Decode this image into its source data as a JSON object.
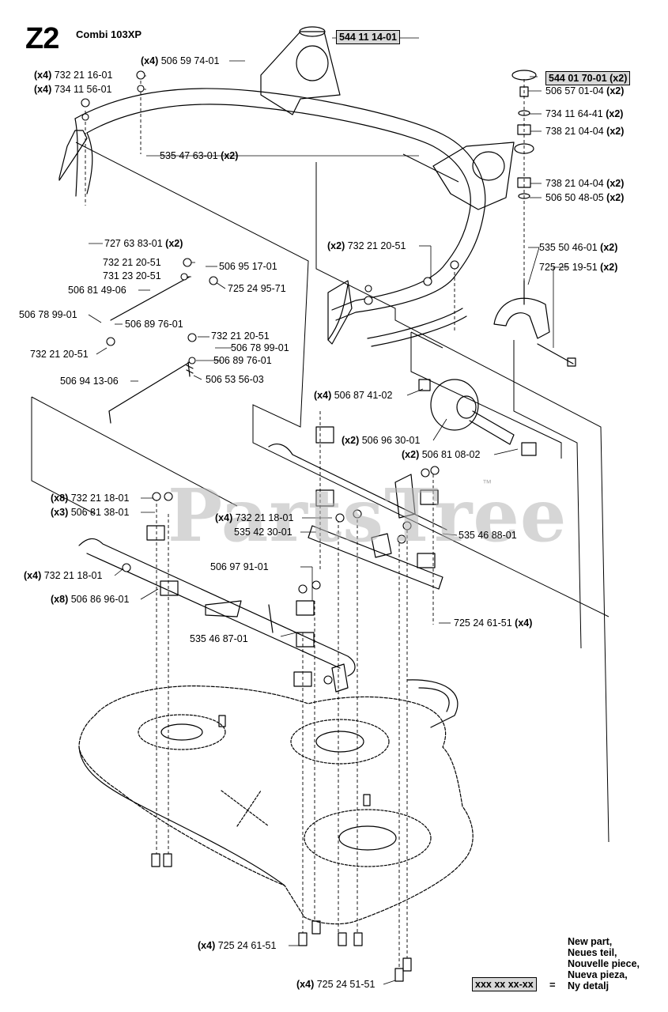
{
  "header": {
    "page_code": "Z2",
    "model": "Combi 103XP"
  },
  "watermark": {
    "text": "PartsTree",
    "tm": "™"
  },
  "callouts": [
    {
      "id": "c01",
      "qty": "",
      "part": "544 11 14-01",
      "highlight": true
    },
    {
      "id": "c02",
      "qty": "(x4)",
      "part": "506 59 74-01",
      "highlight": false
    },
    {
      "id": "c03",
      "qty": "(x4)",
      "part": "732 21 16-01",
      "highlight": false
    },
    {
      "id": "c04",
      "qty": "(x4)",
      "part": "734 11 56-01",
      "highlight": false
    },
    {
      "id": "c05",
      "qty": "",
      "part": "544 01 70-01 (x2)",
      "highlight": true
    },
    {
      "id": "c06",
      "qty": "",
      "part": "506 57 01-04",
      "suffix": "(x2)",
      "highlight": false
    },
    {
      "id": "c07",
      "qty": "",
      "part": "734 11 64-41",
      "suffix": "(x2)",
      "highlight": false
    },
    {
      "id": "c08",
      "qty": "",
      "part": "738 21 04-04",
      "suffix": "(x2)",
      "highlight": false
    },
    {
      "id": "c09",
      "qty": "",
      "part": "535 47 63-01",
      "suffix": "(x2)",
      "highlight": false
    },
    {
      "id": "c10",
      "qty": "",
      "part": "738 21 04-04",
      "suffix": "(x2)",
      "highlight": false
    },
    {
      "id": "c11",
      "qty": "",
      "part": "506 50 48-05",
      "suffix": "(x2)",
      "highlight": false
    },
    {
      "id": "c12",
      "qty": "",
      "part": "727 63 83-01",
      "suffix": "(x2)",
      "highlight": false
    },
    {
      "id": "c13",
      "qty": "(x2)",
      "part": "732 21 20-51",
      "highlight": false
    },
    {
      "id": "c14",
      "qty": "",
      "part": "535 50 46-01",
      "suffix": "(x2)",
      "highlight": false
    },
    {
      "id": "c15",
      "qty": "",
      "part": "732 21 20-51",
      "highlight": false
    },
    {
      "id": "c16",
      "qty": "",
      "part": "506 95 17-01",
      "highlight": false
    },
    {
      "id": "c17",
      "qty": "",
      "part": "725 25 19-51",
      "suffix": "(x2)",
      "highlight": false
    },
    {
      "id": "c18",
      "qty": "",
      "part": "731 23 20-51",
      "highlight": false
    },
    {
      "id": "c19",
      "qty": "",
      "part": "725 24 95-71",
      "highlight": false
    },
    {
      "id": "c20",
      "qty": "",
      "part": "506 81 49-06",
      "highlight": false
    },
    {
      "id": "c21",
      "qty": "",
      "part": "506 78 99-01",
      "highlight": false
    },
    {
      "id": "c22",
      "qty": "",
      "part": "506 89 76-01",
      "highlight": false
    },
    {
      "id": "c23",
      "qty": "",
      "part": "732 21 20-51",
      "highlight": false
    },
    {
      "id": "c24",
      "qty": "",
      "part": "506 78 99-01",
      "highlight": false
    },
    {
      "id": "c25",
      "qty": "",
      "part": "732 21 20-51",
      "highlight": false
    },
    {
      "id": "c26",
      "qty": "",
      "part": "506 89 76-01",
      "highlight": false
    },
    {
      "id": "c27",
      "qty": "",
      "part": "506 94 13-06",
      "highlight": false
    },
    {
      "id": "c28",
      "qty": "",
      "part": "506 53 56-03",
      "highlight": false
    },
    {
      "id": "c29",
      "qty": "(x4)",
      "part": "506 87 41-02",
      "highlight": false
    },
    {
      "id": "c30",
      "qty": "(x2)",
      "part": "506 96 30-01",
      "highlight": false
    },
    {
      "id": "c31",
      "qty": "(x2)",
      "part": "506 81 08-02",
      "highlight": false
    },
    {
      "id": "c32",
      "qty": "(x8)",
      "part": "732 21 18-01",
      "highlight": false
    },
    {
      "id": "c33",
      "qty": "(x3)",
      "part": "506 81 38-01",
      "highlight": false
    },
    {
      "id": "c34",
      "qty": "(x4)",
      "part": "732 21 18-01",
      "highlight": false
    },
    {
      "id": "c35",
      "qty": "",
      "part": "535 42 30-01",
      "highlight": false
    },
    {
      "id": "c36",
      "qty": "",
      "part": "535 46 88-01",
      "highlight": false
    },
    {
      "id": "c37",
      "qty": "(x4)",
      "part": "732 21 18-01",
      "highlight": false
    },
    {
      "id": "c38",
      "qty": "",
      "part": "506 97 91-01",
      "highlight": false
    },
    {
      "id": "c39",
      "qty": "(x8)",
      "part": "506 86 96-01",
      "highlight": false
    },
    {
      "id": "c40",
      "qty": "",
      "part": "725 24 61-51",
      "suffix": "(x4)",
      "highlight": false
    },
    {
      "id": "c41",
      "qty": "",
      "part": "535 46 87-01",
      "highlight": false
    },
    {
      "id": "c42",
      "qty": "(x4)",
      "part": "725 24 61-51",
      "highlight": false
    },
    {
      "id": "c43",
      "qty": "(x4)",
      "part": "725 24 51-51",
      "highlight": false
    }
  ],
  "legend": {
    "lines": [
      "New part,",
      "Neues teil,",
      "Nouvelle piece,",
      "Nueva pieza,",
      "Ny detalj"
    ],
    "box": "xxx xx xx-xx",
    "equals": "="
  }
}
